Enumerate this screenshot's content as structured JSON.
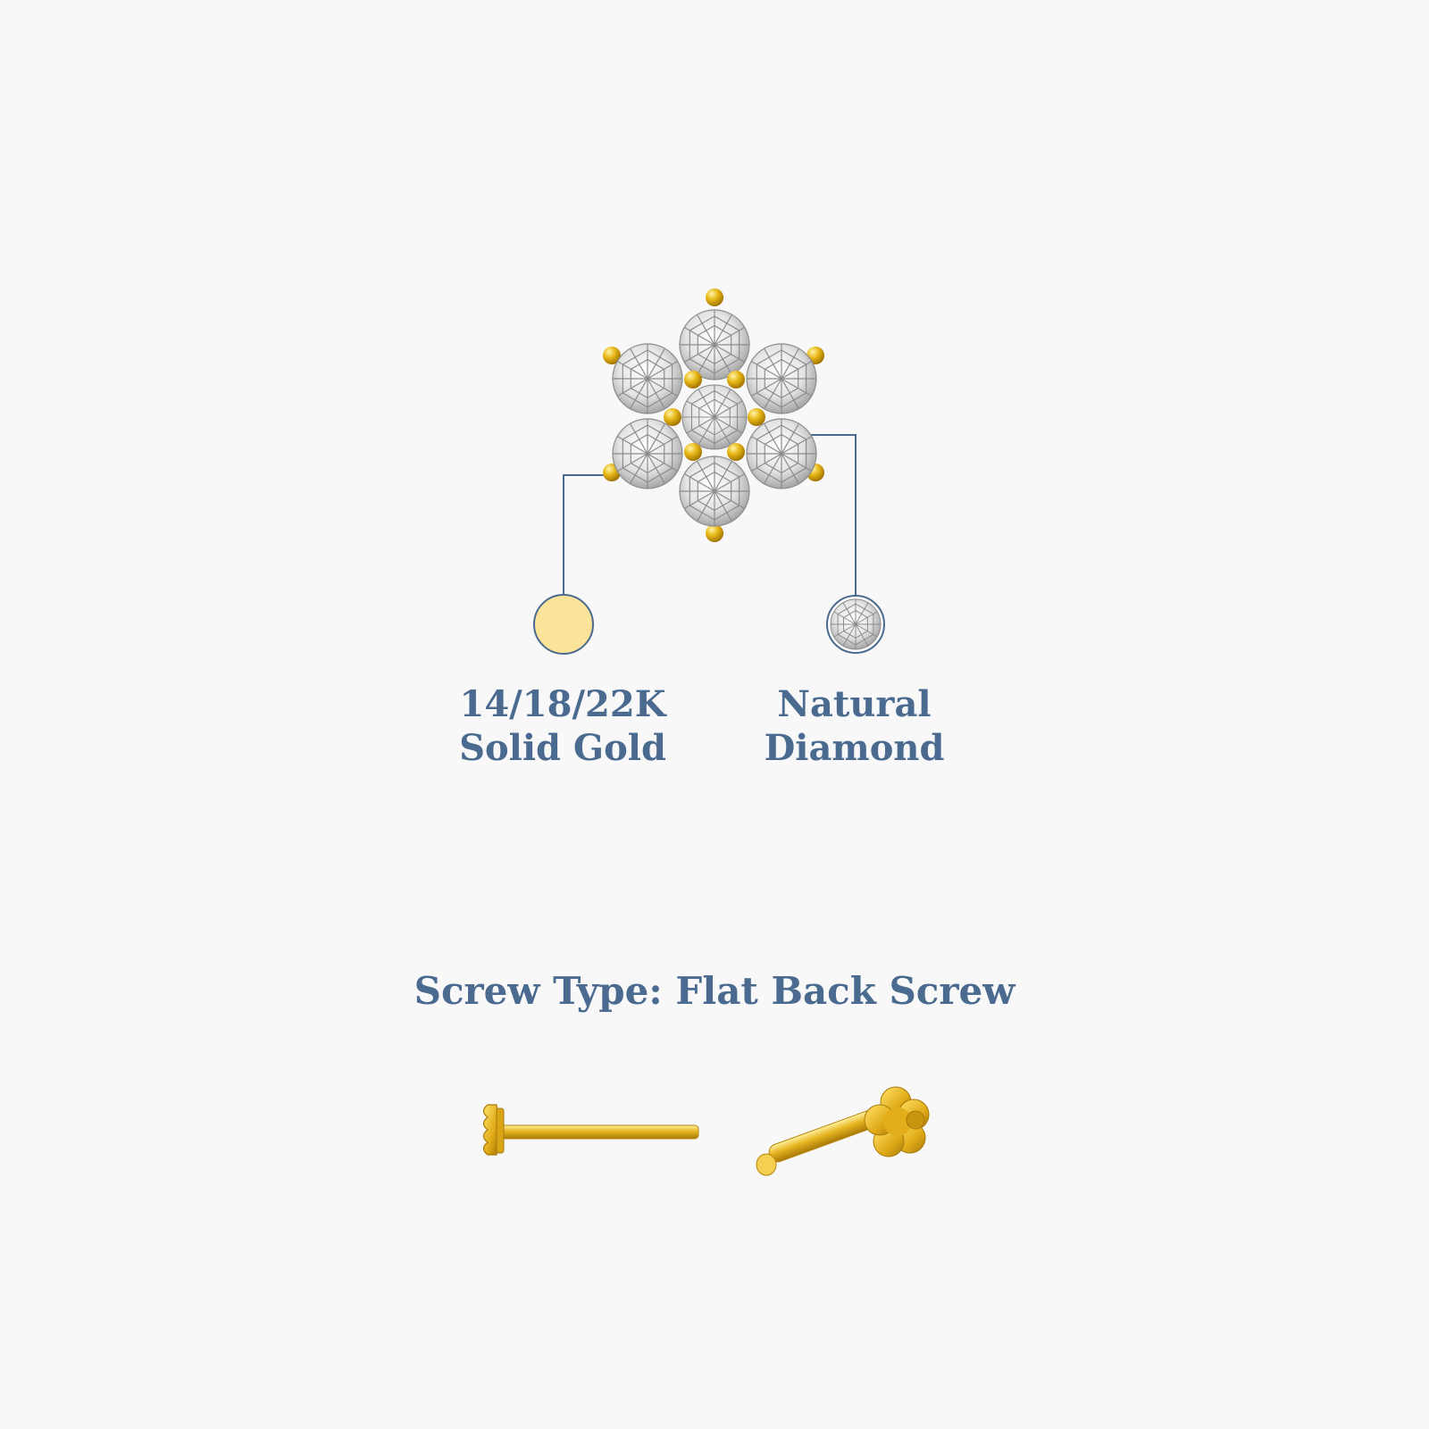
{
  "materials": {
    "gold": {
      "line1": "14/18/22K",
      "line2": "Solid Gold",
      "swatch_color": "#fbe39a",
      "icon": "gold-swatch-icon"
    },
    "diamond": {
      "line1": "Natural",
      "line2": "Diamond",
      "icon": "diamond-swatch-icon"
    }
  },
  "screw": {
    "label": "Screw Type: Flat Back Screw",
    "icons": [
      "flat-back-screw-side-icon",
      "flat-back-screw-angled-icon"
    ]
  },
  "colors": {
    "background": "#f8f8f8",
    "text": "#4a6b8f",
    "callout_line": "#4a6b8f",
    "gold": "#e6b422",
    "diamond": "#ffffff"
  }
}
